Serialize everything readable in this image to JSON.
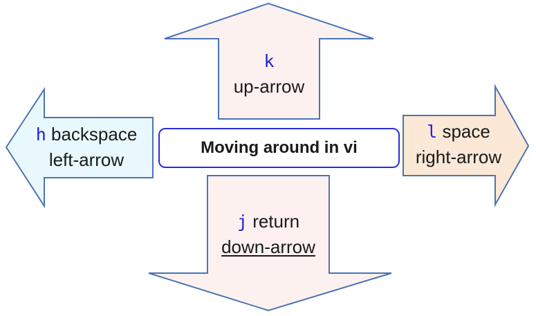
{
  "title": "Moving around in vi",
  "up": {
    "key": "k",
    "text": "up-arrow"
  },
  "left": {
    "key": "h",
    "line1_text": "backspace",
    "line2_text": "left-arrow"
  },
  "right": {
    "key": "l",
    "line1_text": "space",
    "line2_text": "right-arrow"
  },
  "down": {
    "key": "j",
    "line1_text": "return",
    "line2_text": "down-arrow"
  },
  "colors": {
    "arrow_outline": "#4a73b5",
    "up_down_fill": "#fcf1ee",
    "left_fill": "#e8f8fc",
    "right_fill": "#fbe8d6",
    "center_border": "#2b2bd9",
    "key_color": "#1f1fd6"
  }
}
